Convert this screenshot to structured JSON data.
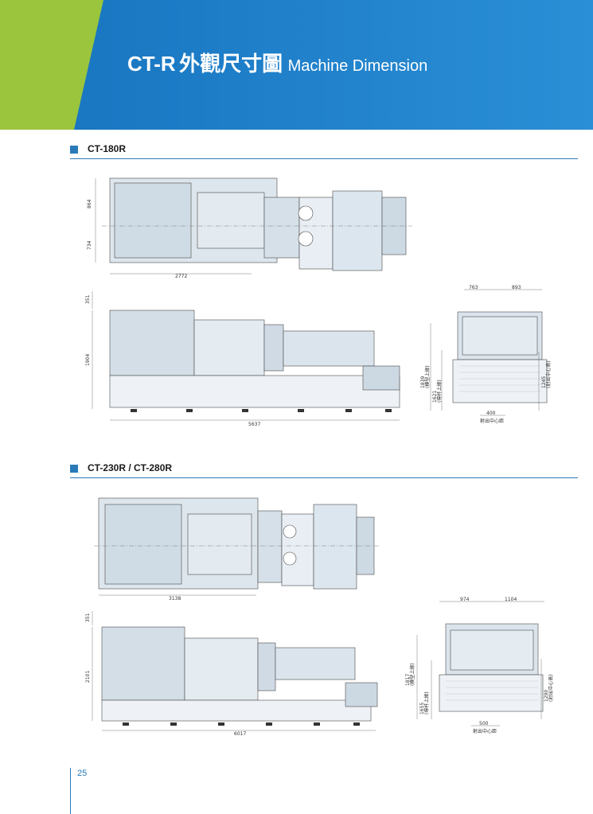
{
  "header": {
    "model": "CT-R",
    "title_cn": "外觀尺寸圖",
    "title_en": "Machine Dimension",
    "colors": {
      "green": "#9bc53d",
      "blue": "#1e7cc4",
      "accent": "#2a7ab8"
    }
  },
  "sections": [
    {
      "label": "CT-180R",
      "top_view": {
        "width_top": "864",
        "width_bottom": "734",
        "length": "2772"
      },
      "side_view": {
        "height_top": "351",
        "height": "1904",
        "length": "5637"
      },
      "end_view": {
        "left_width": "763",
        "right_width": "893",
        "total_height": "1839",
        "total_height_note": "(模型上緣)",
        "rail_height": "1621",
        "rail_height_note": "(導杆上緣)",
        "center_height": "1245",
        "center_height_note": "(射出中心高)",
        "offset": "400",
        "offset_note": "射出中心距"
      }
    },
    {
      "label": "CT-230R / CT-280R",
      "top_view": {
        "length": "3138"
      },
      "side_view": {
        "height_top": "351",
        "height": "2101",
        "length": "6017"
      },
      "end_view": {
        "left_width": "974",
        "right_width": "1104",
        "total_height": "1817",
        "total_height_note": "(模型上緣)",
        "rail_height": "1655",
        "rail_height_note": "(導杆上緣)",
        "center_height": "1290",
        "center_height_note": "(射出中心高)",
        "offset": "500",
        "offset_note": "射出中心距"
      }
    }
  ],
  "footer": {
    "page_number": "25"
  }
}
